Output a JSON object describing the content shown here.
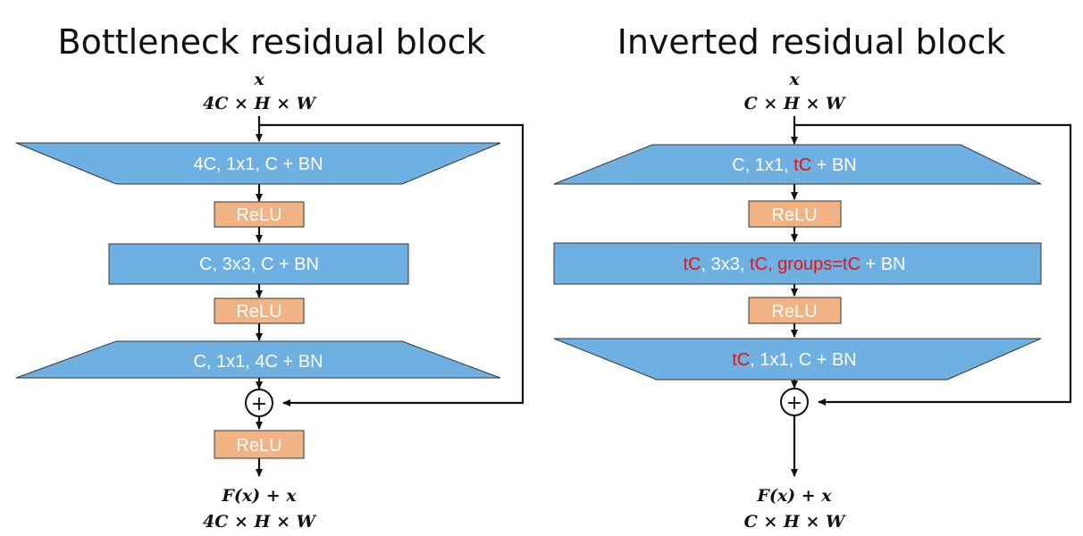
{
  "left": {
    "title": "Bottleneck residual block",
    "input_x": "x",
    "input_dims": "4C × H × W",
    "layer1": [
      {
        "t": "4C, 1x1, C + BN",
        "hl": false
      }
    ],
    "relu1": "ReLU",
    "layer2": [
      {
        "t": "C, 3x3, C + BN",
        "hl": false
      }
    ],
    "relu2": "ReLU",
    "layer3": [
      {
        "t": "C, 1x1, 4C + BN",
        "hl": false
      }
    ],
    "add_symbol": "+",
    "relu3": "ReLU",
    "output_expr": "F(x) + x",
    "output_dims": "4C × H × W"
  },
  "right": {
    "title": "Inverted residual block",
    "input_x": "x",
    "input_dims": "C × H × W",
    "layer1": [
      {
        "t": "C, 1x1, ",
        "hl": false
      },
      {
        "t": "tC",
        "hl": true
      },
      {
        "t": " + BN",
        "hl": false
      }
    ],
    "relu1": "ReLU",
    "layer2": [
      {
        "t": "tC",
        "hl": true
      },
      {
        "t": ", 3x3, ",
        "hl": false
      },
      {
        "t": "tC, groups=tC",
        "hl": true
      },
      {
        "t": " + BN",
        "hl": false
      }
    ],
    "relu2": "ReLU",
    "layer3": [
      {
        "t": "tC",
        "hl": true
      },
      {
        "t": ", 1x1, C + BN",
        "hl": false
      }
    ],
    "add_symbol": "+",
    "output_expr": "F(x) + x",
    "output_dims": "C × H × W"
  },
  "colors": {
    "conv_fill": "#6fb0e2",
    "relu_fill": "#f2b384",
    "highlight": "#e81010",
    "line": "#111111"
  }
}
